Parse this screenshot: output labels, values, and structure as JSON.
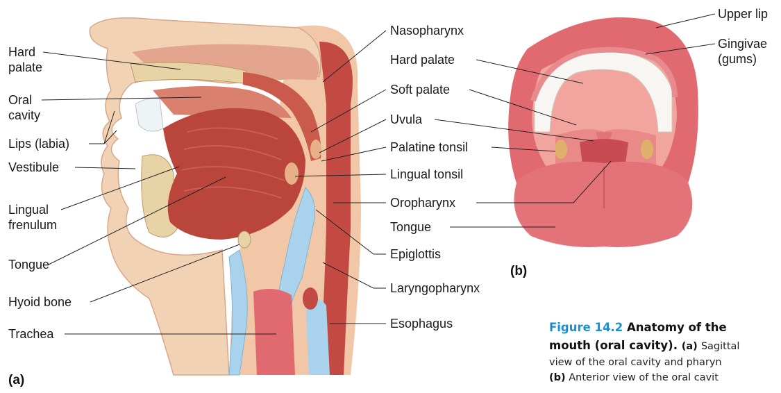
{
  "panel_a": {
    "tag": "(a)",
    "left_labels": {
      "hard_palate": "Hard\npalate",
      "oral_cavity": "Oral\ncavity",
      "lips": "Lips (labia)",
      "vestibule": "Vestibule",
      "lingual_frenulum": "Lingual\nfrenulum",
      "tongue": "Tongue",
      "hyoid_bone": "Hyoid bone",
      "trachea": "Trachea"
    },
    "right_labels": {
      "nasopharynx": "Nasopharynx",
      "hard_palate": "Hard palate",
      "soft_palate": "Soft palate",
      "uvula": "Uvula",
      "palatine_tonsil": "Palatine tonsil",
      "lingual_tonsil": "Lingual tonsil",
      "oropharynx": "Oropharynx",
      "tongue": "Tongue",
      "epiglottis": "Epiglottis",
      "laryngopharynx": "Laryngopharynx",
      "esophagus": "Esophagus"
    }
  },
  "panel_b": {
    "tag": "(b)",
    "upper_lip": "Upper lip",
    "gingivae": "Gingivae\n(gums)"
  },
  "caption": {
    "number": "Figure 14.2",
    "title_line1": "Anatomy of the",
    "title_line2": "mouth (oral cavity).",
    "a_tag": "(a)",
    "a_text": "Sagittal",
    "a_text2": "view of the oral cavity and pharyn",
    "b_tag": "(b)",
    "b_text": "Anterior view of the oral cavit"
  },
  "colors": {
    "muscle": "#b9453b",
    "skin": "#f2d2b4",
    "bone": "#e8d3a6",
    "cartilage": "#a9d3ec",
    "mucosa": "#e06a70",
    "caption_accent": "#1a8fd0"
  }
}
